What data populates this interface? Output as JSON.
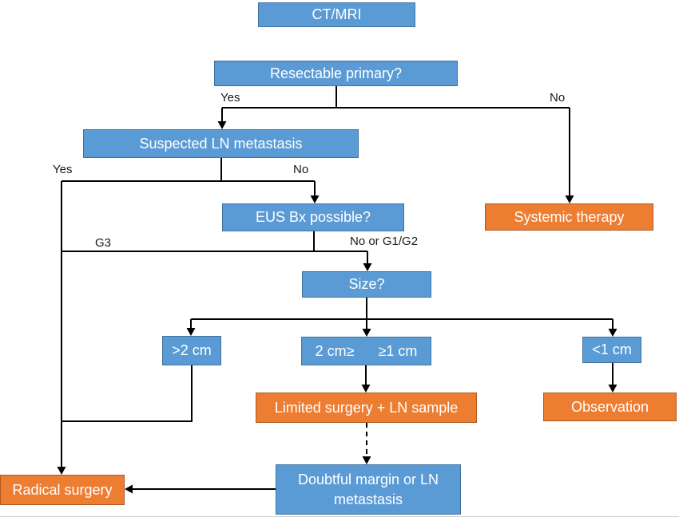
{
  "palette": {
    "node_blue_fill": "#5B9BD5",
    "node_blue_border": "#41719C",
    "node_orange_fill": "#ED7D31",
    "node_orange_border": "#AE5A21",
    "connector_line": "#000000",
    "edge_label_text": "#1a1a1a",
    "node_text": "#ffffff"
  },
  "nodes": {
    "ct_mri": {
      "label": "CT/MRI",
      "category": "assessment-blue"
    },
    "resectable": {
      "label": "Resectable primary?",
      "category": "assessment-blue"
    },
    "suspected_ln": {
      "label": "Suspected LN metastasis",
      "category": "assessment-blue"
    },
    "eus_bx": {
      "label": "EUS Bx possible?",
      "category": "assessment-blue"
    },
    "systemic_therapy": {
      "label": "Systemic therapy",
      "category": "treatment-orange"
    },
    "size": {
      "label": "Size?",
      "category": "assessment-blue"
    },
    "gt_2cm": {
      "label": ">2 cm",
      "category": "assessment-blue"
    },
    "between_1_and_2cm": {
      "label": "2 cm≥      ≥1 cm",
      "category": "assessment-blue"
    },
    "lt_1cm": {
      "label": "<1 cm",
      "category": "assessment-blue"
    },
    "limited_surgery": {
      "label": "Limited surgery + LN sample",
      "category": "treatment-orange"
    },
    "observation": {
      "label": "Observation",
      "category": "treatment-orange"
    },
    "doubtful_margin": {
      "label": "Doubtful margin or LN metastasis",
      "category": "assessment-blue"
    },
    "radical_surgery": {
      "label": "Radical surgery",
      "category": "treatment-orange"
    }
  },
  "edge_labels": {
    "resectable_yes": "Yes",
    "resectable_no": "No",
    "suspected_yes": "Yes",
    "suspected_no": "No",
    "eus_g3": "G3",
    "eus_no_or_g1g2": "No or G1/G2"
  }
}
